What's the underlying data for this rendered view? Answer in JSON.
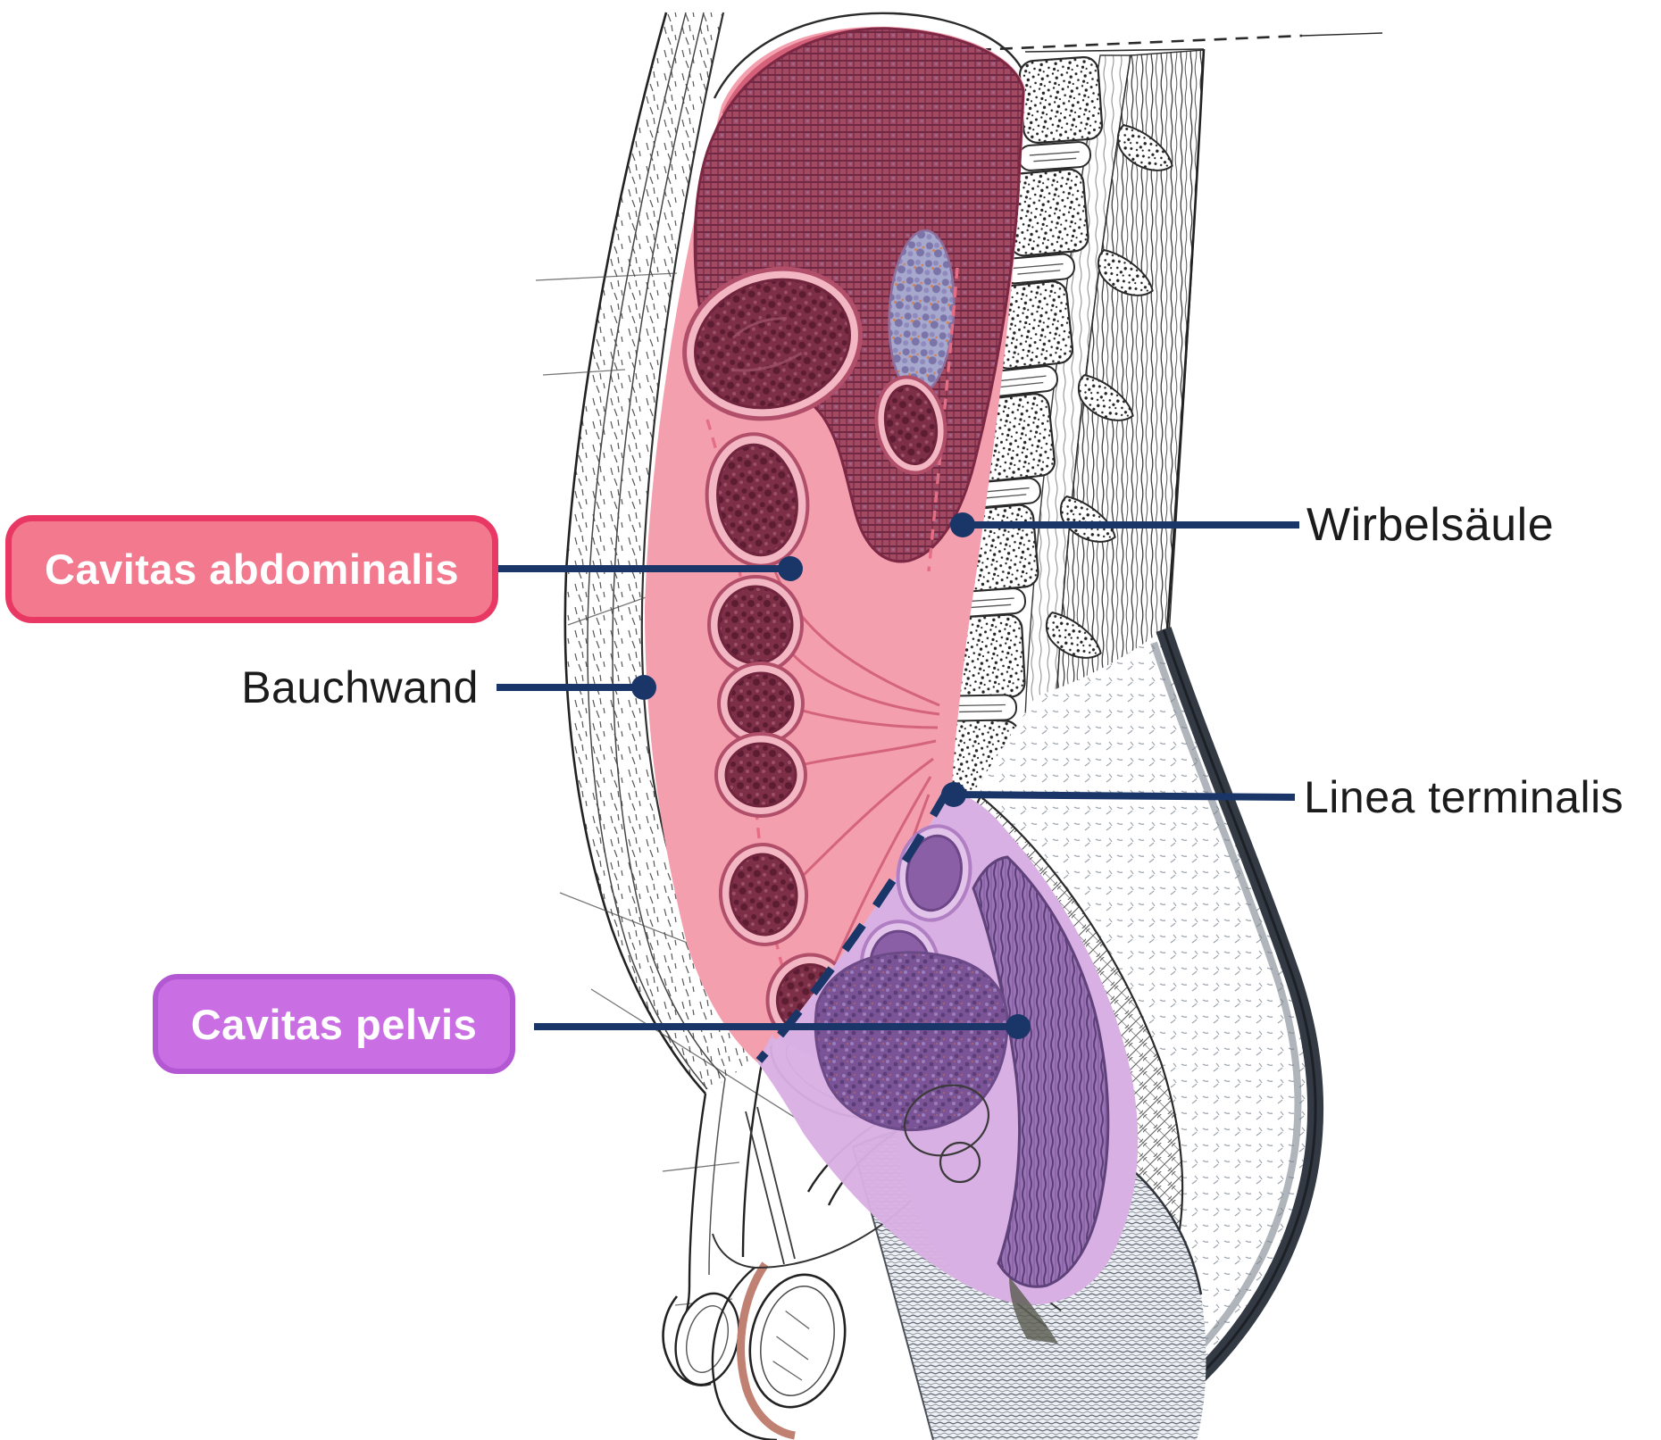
{
  "figure": {
    "kind": "labeled anatomical illustration",
    "labels": {
      "cavitas_abdominalis": "Cavitas abdominalis",
      "bauchwand": "Bauchwand",
      "wirbelsaeule": "Wirbelsäule",
      "linea_terminalis": "Linea terminalis",
      "cavitas_pelvis": "Cavitas pelvis"
    }
  },
  "colors": {
    "navy": "#1a3668",
    "label_text": "#1b1b1b",
    "badge_text": "#ffffff",
    "abdominal_badge_fill": "#f2798e",
    "abdominal_badge_border": "#e93863",
    "pelvis_badge_fill": "#c96fe3",
    "pelvis_badge_border": "#b357d3",
    "abdominal_overlay": "#f49fae",
    "pelvic_overlay": "#d9b0e3",
    "liver": "#a34a62",
    "organ_dark": "#7c2f46",
    "organ_rim": "#b14f6b",
    "bladder": "#7a5496",
    "rectum": "#9a74b5"
  }
}
